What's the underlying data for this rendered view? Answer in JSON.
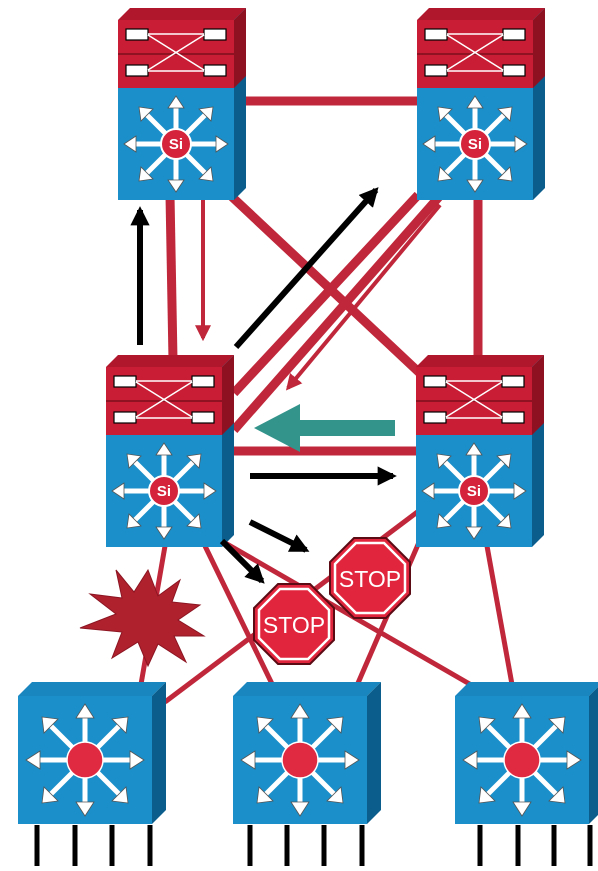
{
  "stop_signs": [
    {
      "label": "STOP"
    },
    {
      "label": "STOP"
    }
  ],
  "switch_badge": "Si",
  "colors": {
    "link": "#c0273a",
    "arrow_dark": "#000000",
    "arrow_teal": "#33948c",
    "switch_blue": "#1b8fc9",
    "switch_dark": "#0b5e8c",
    "router_red": "#c81d34",
    "burst": "#b0212e",
    "stop_red": "#e1253c"
  }
}
